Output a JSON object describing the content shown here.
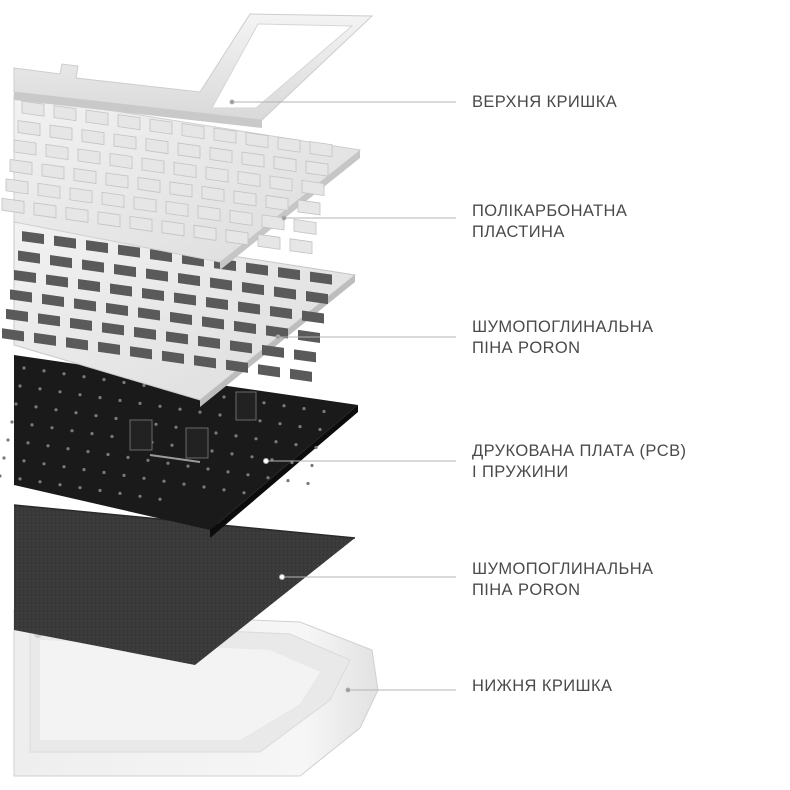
{
  "layers": [
    {
      "id": "top-case",
      "lines": [
        "ВЕРХНЯ КРИШКА"
      ]
    },
    {
      "id": "pc-plate",
      "lines": [
        "ПОЛІКАРБОНАТНА",
        "ПЛАСТИНА"
      ]
    },
    {
      "id": "poron-foam-1",
      "lines": [
        "ШУМОПОГЛИНАЛЬНА",
        "ПІНА PORON"
      ]
    },
    {
      "id": "pcb",
      "lines": [
        "ДРУКОВАНА ПЛАТА (PCB)",
        "І ПРУЖИНИ"
      ]
    },
    {
      "id": "poron-foam-2",
      "lines": [
        "ШУМОПОГЛИНАЛЬНА",
        "ПІНА PORON"
      ]
    },
    {
      "id": "bottom-case",
      "lines": [
        "НИЖНЯ КРИШКА"
      ]
    }
  ]
}
